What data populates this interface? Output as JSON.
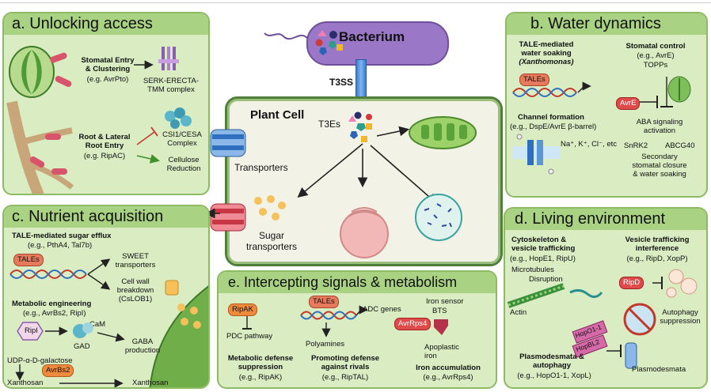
{
  "center": {
    "bacterium": "Bacterium",
    "t3ss": "T3SS",
    "plant_cell": "Plant Cell",
    "t3es": "T3Es",
    "transporters": "Transporters",
    "sugar_transporters_line1": "Sugar",
    "sugar_transporters_line2": "transporters"
  },
  "panel_a": {
    "title": "a. Unlocking access",
    "stomatal_entry_line1": "Stomatal Entry",
    "stomatal_entry_line2": "& Clustering",
    "stomatal_entry_eg": "(e.g. AvrPto)",
    "serk_line1": "SERK-ERECTA-",
    "serk_line2": "TMM complex",
    "root_entry_line1": "Root & Lateral",
    "root_entry_line2": "Root Entry",
    "root_entry_eg": "(e.g. RipAC)",
    "csi1_line1": "CSI1/CESA",
    "csi1_line2": "Complex",
    "cellulose_line1": "Cellulose",
    "cellulose_line2": "Reduction"
  },
  "panel_b": {
    "title": "b. Water dynamics",
    "tale_soak_line1": "TALE-mediated",
    "tale_soak_line2": "water soaking",
    "tale_soak_line3": "(Xanthomonas)",
    "tales": "TALEs",
    "stomatal_control": "Stomatal control",
    "stomatal_control_eg": "(e.g., AvrE)",
    "topps": "TOPPs",
    "avre": "AvrE",
    "channel_formation": "Channel formation",
    "channel_eg": "(e.g., DspE/AvrE β-barrel)",
    "ions": "Na⁺, K⁺, Cl⁻, etc",
    "aba_line1": "ABA signaling",
    "aba_line2": "activation",
    "snrk2": "SnRK2",
    "abcg40": "ABCG40",
    "secondary_line1": "Secondary",
    "secondary_line2": "stomatal closure",
    "secondary_line3": "& water soaking"
  },
  "panel_c": {
    "title": "c. Nutrient acquisition",
    "tale_sugar": "TALE-mediated sugar efflux",
    "tale_sugar_eg": "(e.g., PthA4, Tal7b)",
    "tales": "TALEs",
    "sweet_line1": "SWEET",
    "sweet_line2": "transporters",
    "cellwall_line1": "Cell wall",
    "cellwall_line2": "breakdown",
    "cellwall_line3": "(CsLOB1)",
    "metabolic_eng": "Metabolic engineering",
    "metabolic_eg": "(e.g., AvrBs2, RipI)",
    "ripi": "RipI",
    "cam": "CaM",
    "gad": "GAD",
    "gaba_line1": "GABA",
    "gaba_line2": "production",
    "udp": "UDP-α-D-galactose",
    "avrbs2": "AvrBs2",
    "xanthosan_left": "Xanthosan",
    "xanthosan_right": "Xanthosan"
  },
  "panel_d": {
    "title": "d. Living environment",
    "cyto_line1": "Cytoskeleton &",
    "cyto_line2": "vesicle trafficking",
    "cyto_eg": "(e.g., HopE1, RipU)",
    "microtubules": "Microtubules",
    "disruption": "Disruption",
    "actin": "Actin",
    "vesicle_line1": "Vesicle trafficking",
    "vesicle_line2": "interference",
    "vesicle_eg": "(e.g., RipD, XopP)",
    "ripd": "RipD",
    "autophagy_line1": "Autophagy",
    "autophagy_line2": "suppression",
    "hopo1": "HopO1-1",
    "hopbl2": "HopBL2",
    "plasmo_line1": "Plasmodesmata &",
    "plasmo_line2": "autophagy",
    "plasmo_eg": "(e.g., HopO1-1, XopL)",
    "plasmodesmata": "Plasmodesmata"
  },
  "panel_e": {
    "title": "e. Intercepting signals & metabolism",
    "ripak": "RipAK",
    "pdc": "PDC pathway",
    "tales": "TALEs",
    "adc": "ADC genes",
    "polyamines": "Polyamines",
    "iron_sensor": "Iron sensor",
    "bts": "BTS",
    "avrrps4": "AvrRps4",
    "apoplastic_line1": "Apoplastic",
    "apoplastic_line2": "iron",
    "metabolic_defense_line1": "Metabolic defense",
    "metabolic_defense_line2": "suppression",
    "metabolic_defense_eg": "(e.g., RipAK)",
    "promoting_line1": "Promoting defense",
    "promoting_line2": "against rivals",
    "promoting_eg": "(e.g., RipTAL)",
    "iron_acc": "Iron accumulation",
    "iron_acc_eg": "(e.g., AvrRps4)"
  }
}
